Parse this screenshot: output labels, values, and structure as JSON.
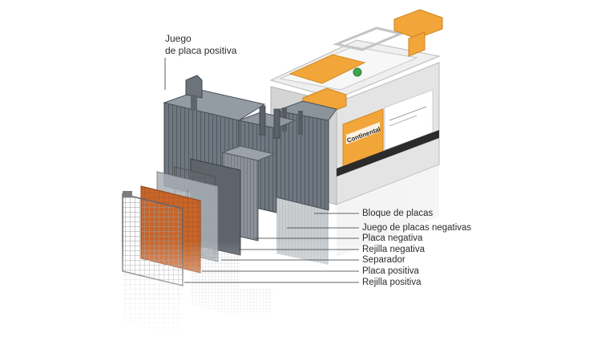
{
  "diagram": {
    "top_label": [
      "Juego",
      "de placa positiva"
    ],
    "labels": [
      "Bloque de placas",
      "Juego de placas negativas",
      "Placa negativa",
      "Rejilla negativa",
      "Separador",
      "Placa positiva",
      "Rejilla positiva"
    ],
    "brand": "Continental",
    "colors": {
      "housing": "#e9e9e9",
      "accent": "#f2a63a",
      "plate_dark": "#5e6670",
      "plate_mid": "#7f8790",
      "positive_plate": "#c8652a",
      "grid": "#7a7a7a",
      "leader": "#333333"
    }
  }
}
